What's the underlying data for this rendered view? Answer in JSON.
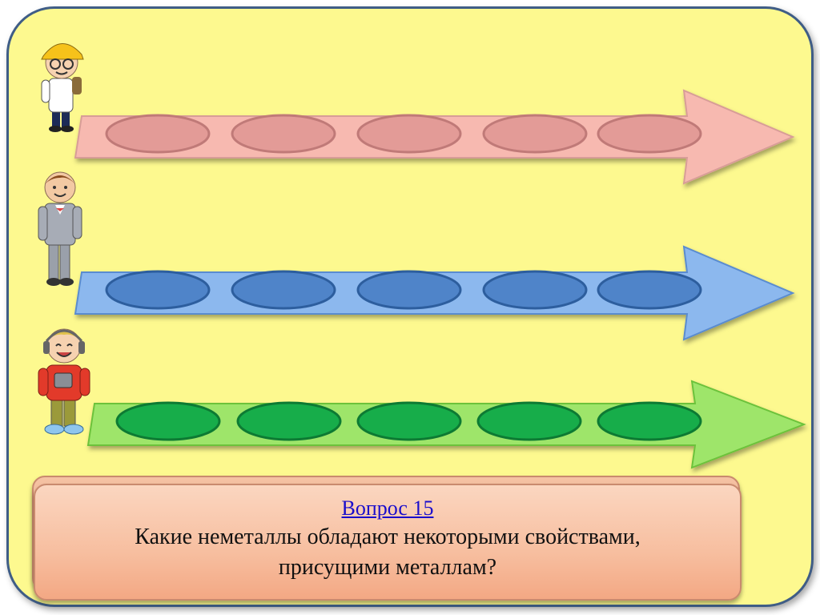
{
  "question": {
    "title": "Вопрос 15",
    "line1": "Какие неметаллы обладают некоторыми свойствами,",
    "line2": "присущими металлам?"
  },
  "tracks": [
    {
      "name": "track-pink",
      "color": "#f7b9b0",
      "dark": "#d89d97",
      "oval": "#e39b97",
      "oval_dark": "#c07a78",
      "buttons": 5
    },
    {
      "name": "track-blue",
      "color": "#8cb8ee",
      "dark": "#5a8ccf",
      "oval": "#4f84c9",
      "oval_dark": "#2d5e9e",
      "buttons": 5
    },
    {
      "name": "track-green",
      "color": "#9ee56a",
      "dark": "#6cc23b",
      "oval": "#17ad4a",
      "oval_dark": "#0d7a33",
      "buttons": 5
    }
  ],
  "characters": [
    {
      "name": "boy-hardhat-character"
    },
    {
      "name": "boy-suit-character"
    },
    {
      "name": "boy-headphones-character"
    }
  ]
}
